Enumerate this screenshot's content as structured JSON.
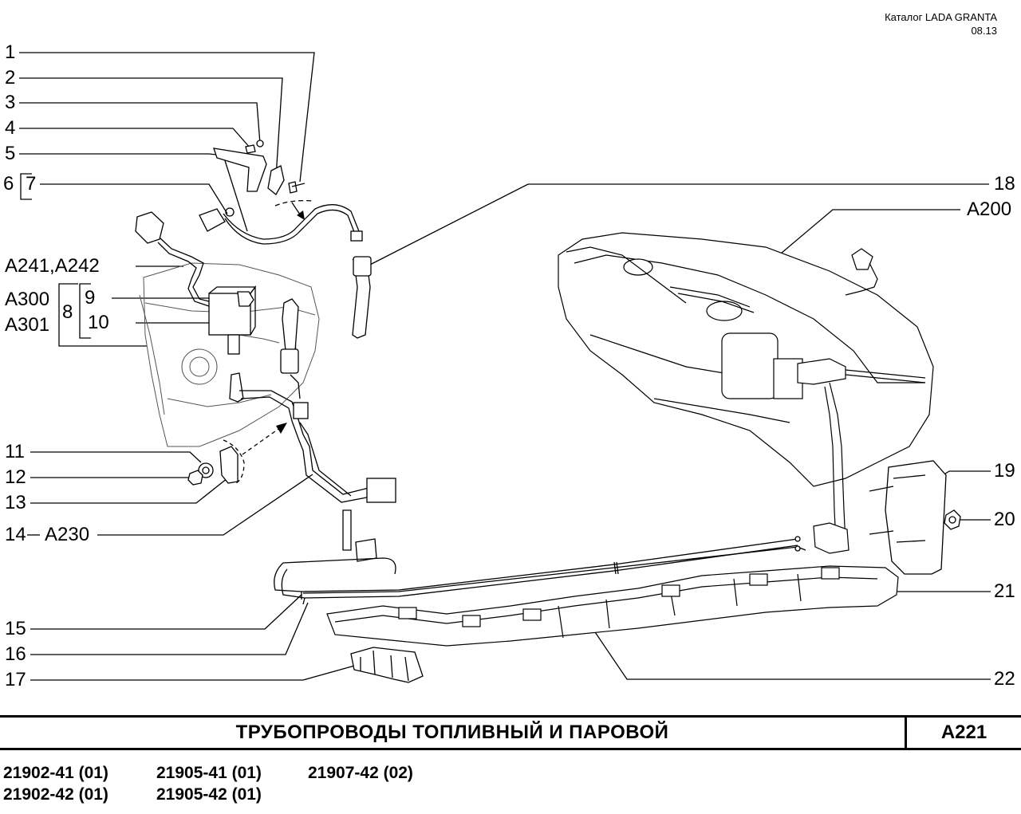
{
  "header": {
    "catalog": "Каталог  LADA GRANTA",
    "date": "08.13"
  },
  "callouts": {
    "c1": "1",
    "c2": "2",
    "c3": "3",
    "c4": "4",
    "c5": "5",
    "c6": "6",
    "c7": "7",
    "c8": "8",
    "c9": "9",
    "c10": "10",
    "c11": "11",
    "c12": "12",
    "c13": "13",
    "c14": "14",
    "c15": "15",
    "c16": "16",
    "c17": "17",
    "c18": "18",
    "c19": "19",
    "c20": "20",
    "c21": "21",
    "c22": "22",
    "a241": "A241,A242",
    "a300": "A300",
    "a301": "A301",
    "a230": "A230",
    "a200": "A200"
  },
  "title_block": {
    "title": "ТРУБОПРОВОДЫ  ТОПЛИВНЫЙ  И  ПАРОВОЙ",
    "code": "A221"
  },
  "models": {
    "m1": "21902-41 (01)",
    "m2": "21902-42 (01)",
    "m3": "21905-41 (01)",
    "m4": "21905-42 (01)",
    "m5": "21907-42 (02)"
  }
}
